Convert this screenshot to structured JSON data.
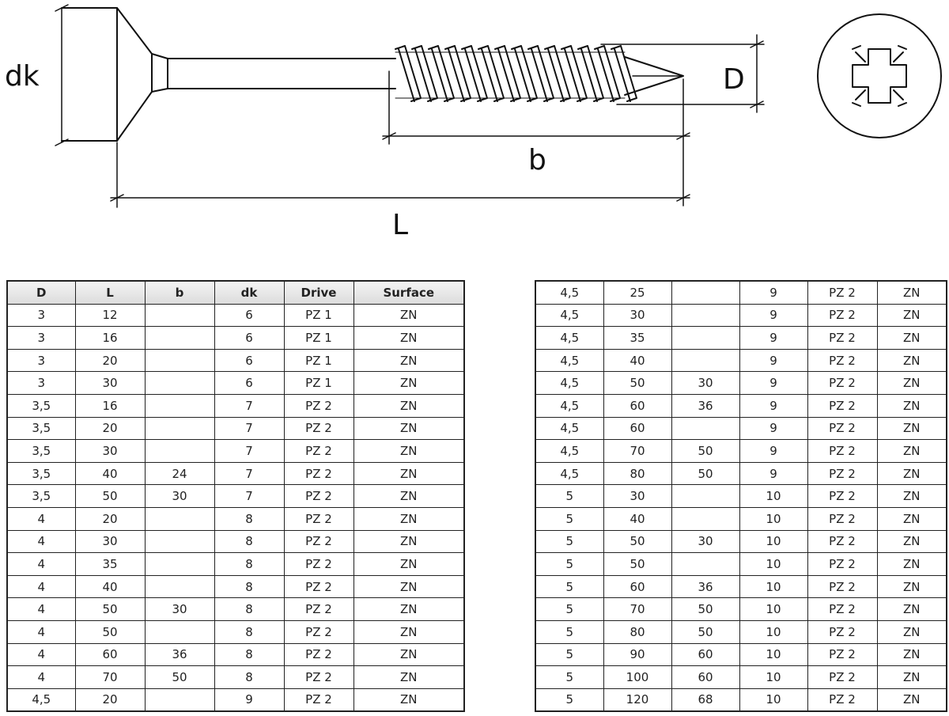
{
  "labels": {
    "dk": "dk",
    "D": "D",
    "b": "b",
    "L": "L"
  },
  "table": {
    "headers": [
      "D",
      "L",
      "b",
      "dk",
      "Drive",
      "Surface"
    ],
    "left_rows": [
      [
        "3",
        "12",
        "",
        "6",
        "PZ 1",
        "ZN"
      ],
      [
        "3",
        "16",
        "",
        "6",
        "PZ 1",
        "ZN"
      ],
      [
        "3",
        "20",
        "",
        "6",
        "PZ 1",
        "ZN"
      ],
      [
        "3",
        "30",
        "",
        "6",
        "PZ 1",
        "ZN"
      ],
      [
        "3,5",
        "16",
        "",
        "7",
        "PZ 2",
        "ZN"
      ],
      [
        "3,5",
        "20",
        "",
        "7",
        "PZ 2",
        "ZN"
      ],
      [
        "3,5",
        "30",
        "",
        "7",
        "PZ 2",
        "ZN"
      ],
      [
        "3,5",
        "40",
        "24",
        "7",
        "PZ 2",
        "ZN"
      ],
      [
        "3,5",
        "50",
        "30",
        "7",
        "PZ 2",
        "ZN"
      ],
      [
        "4",
        "20",
        "",
        "8",
        "PZ 2",
        "ZN"
      ],
      [
        "4",
        "30",
        "",
        "8",
        "PZ 2",
        "ZN"
      ],
      [
        "4",
        "35",
        "",
        "8",
        "PZ 2",
        "ZN"
      ],
      [
        "4",
        "40",
        "",
        "8",
        "PZ 2",
        "ZN"
      ],
      [
        "4",
        "50",
        "30",
        "8",
        "PZ 2",
        "ZN"
      ],
      [
        "4",
        "50",
        "",
        "8",
        "PZ 2",
        "ZN"
      ],
      [
        "4",
        "60",
        "36",
        "8",
        "PZ 2",
        "ZN"
      ],
      [
        "4",
        "70",
        "50",
        "8",
        "PZ 2",
        "ZN"
      ],
      [
        "4,5",
        "20",
        "",
        "9",
        "PZ 2",
        "ZN"
      ]
    ],
    "right_rows": [
      [
        "4,5",
        "25",
        "",
        "9",
        "PZ 2",
        "ZN"
      ],
      [
        "4,5",
        "30",
        "",
        "9",
        "PZ 2",
        "ZN"
      ],
      [
        "4,5",
        "35",
        "",
        "9",
        "PZ 2",
        "ZN"
      ],
      [
        "4,5",
        "40",
        "",
        "9",
        "PZ 2",
        "ZN"
      ],
      [
        "4,5",
        "50",
        "30",
        "9",
        "PZ 2",
        "ZN"
      ],
      [
        "4,5",
        "60",
        "36",
        "9",
        "PZ 2",
        "ZN"
      ],
      [
        "4,5",
        "60",
        "",
        "9",
        "PZ 2",
        "ZN"
      ],
      [
        "4,5",
        "70",
        "50",
        "9",
        "PZ 2",
        "ZN"
      ],
      [
        "4,5",
        "80",
        "50",
        "9",
        "PZ 2",
        "ZN"
      ],
      [
        "5",
        "30",
        "",
        "10",
        "PZ 2",
        "ZN"
      ],
      [
        "5",
        "40",
        "",
        "10",
        "PZ 2",
        "ZN"
      ],
      [
        "5",
        "50",
        "30",
        "10",
        "PZ 2",
        "ZN"
      ],
      [
        "5",
        "50",
        "",
        "10",
        "PZ 2",
        "ZN"
      ],
      [
        "5",
        "60",
        "36",
        "10",
        "PZ 2",
        "ZN"
      ],
      [
        "5",
        "70",
        "50",
        "10",
        "PZ 2",
        "ZN"
      ],
      [
        "5",
        "80",
        "50",
        "10",
        "PZ 2",
        "ZN"
      ],
      [
        "5",
        "90",
        "60",
        "10",
        "PZ 2",
        "ZN"
      ],
      [
        "5",
        "100",
        "60",
        "10",
        "PZ 2",
        "ZN"
      ],
      [
        "5",
        "120",
        "68",
        "10",
        "PZ 2",
        "ZN"
      ]
    ]
  }
}
